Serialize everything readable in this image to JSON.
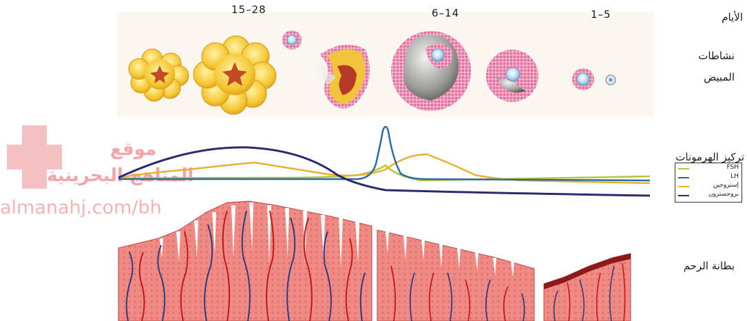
{
  "days": {
    "range_1": "1–5",
    "range_2": "6–14",
    "range_3": "15–28"
  },
  "row_labels": {
    "days": "الأيام",
    "ovary_line1": "نشاطات",
    "ovary_line2": "المبيض",
    "hormones": "تركيز الهرمونات",
    "uterus": "بطانة الرحم"
  },
  "legend": {
    "fsh": "FSH",
    "lh": "LH",
    "estrogen": "إستروجين",
    "progesterone": "بروجسترون"
  },
  "colors": {
    "fsh": "#b8c43a",
    "lh": "#2b6aa6",
    "estrogen": "#e7b12f",
    "progesterone": "#2a2a6e",
    "endometrium": "#e96f6d",
    "follicle": "#e58bb3",
    "corpus_luteum": "#f1c43a"
  },
  "watermark": {
    "line1": "موقع",
    "line2": "المناهج البحرينية",
    "url": "almanahj.com/bh"
  }
}
